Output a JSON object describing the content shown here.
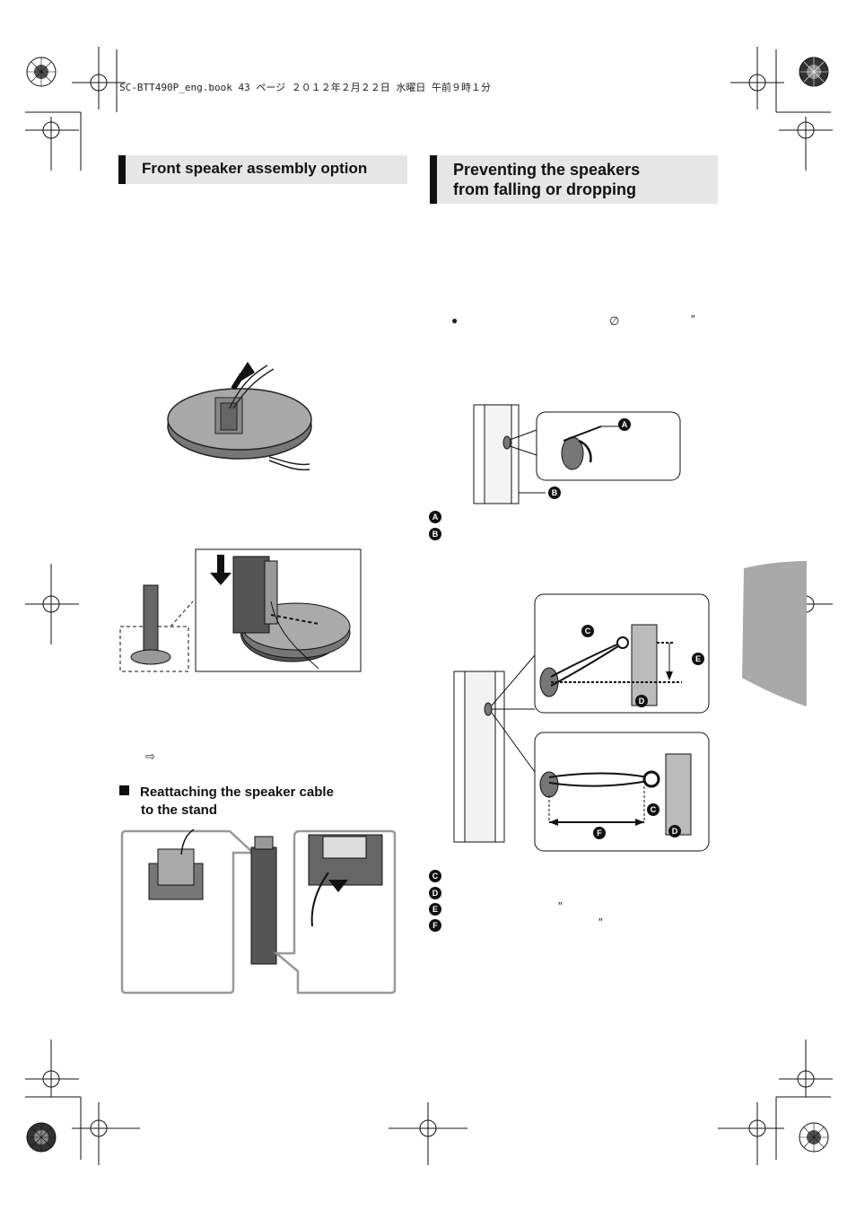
{
  "header": {
    "book_line": "SC-BTT490P_eng.book  43 ページ  ２０１２年２月２２日  水曜日  午前９時１分"
  },
  "left_section": {
    "title": "Front speaker assembly option",
    "subheading_line1": "Reattaching the speaker cable",
    "subheading_line2": "to the stand",
    "arrow_glyph": "⇨"
  },
  "right_section": {
    "title_line1": "Preventing the speakers",
    "title_line2": "from falling or dropping",
    "bullet": "●",
    "diameter_glyph": "∅",
    "inch_glyph": "″",
    "legend": [
      {
        "letter": "A",
        "text": ""
      },
      {
        "letter": "B",
        "text": ""
      },
      {
        "letter": "C",
        "text": ""
      },
      {
        "letter": "D",
        "text": ""
      },
      {
        "letter": "E",
        "text": "″"
      },
      {
        "letter": "F",
        "text": "″"
      }
    ]
  },
  "colors": {
    "section_bar": "#111111",
    "section_bg": "#e6e6e6",
    "side_tab": "#a9a9a9"
  }
}
